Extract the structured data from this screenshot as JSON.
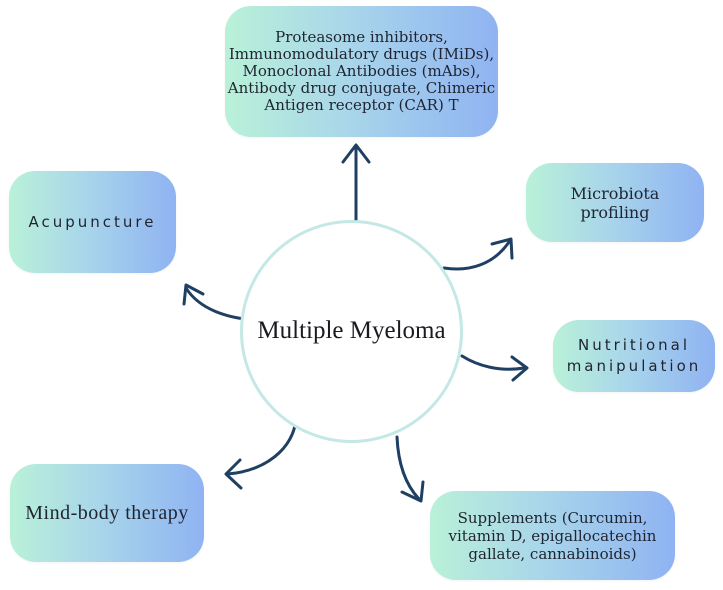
{
  "center": {
    "label": "Multiple Myeloma"
  },
  "nodes": {
    "therapies": "Proteasome inhibitors,\nImmunomodulatory drugs (IMiDs),\nMonoclonal Antibodies (mAbs),\nAntibody drug conjugate, Chimeric\nAntigen receptor (CAR) T",
    "microbiota": "Microbiota\nprofiling",
    "acupuncture": "Acupuncture",
    "nutritional": "Nutritional\nmanipulation",
    "mind_body": "Mind-body therapy",
    "supplements": "Supplements (Curcumin,\nvitamin D, epigallocatechin\ngallate, cannabinoids)"
  },
  "colors": {
    "arrow": "#1f3f63",
    "box_gradient_start": "#b9f1d8",
    "box_gradient_end": "#8fb3f2",
    "circle_border": "#c4e8e6"
  }
}
